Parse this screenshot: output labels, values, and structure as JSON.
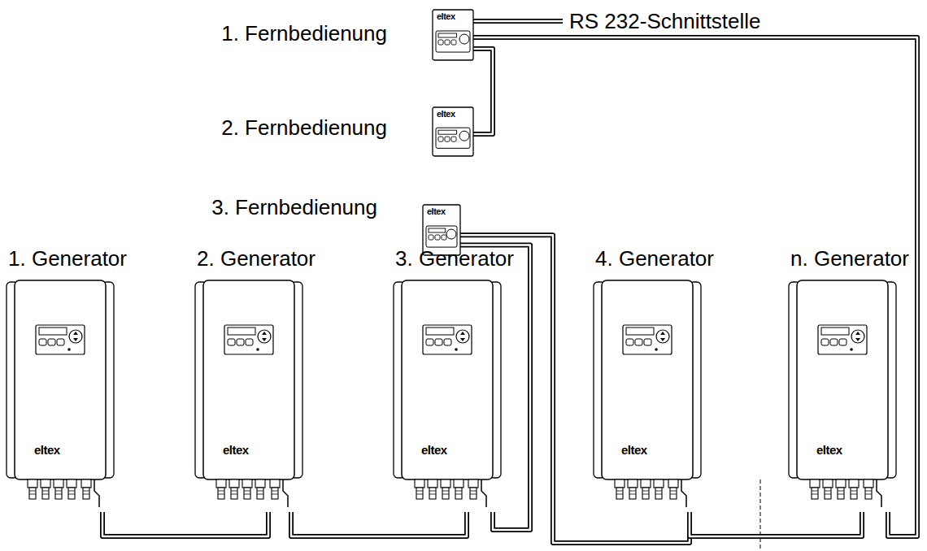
{
  "diagram": {
    "nodes": [
      {
        "text": [
          "1. Fernbedienung",
          "eltex"
        ]
      },
      {
        "text": [
          "2. Fernbedienung",
          "eltex"
        ]
      },
      {
        "text": [
          "3. Fernbedienung",
          "eltex"
        ]
      },
      {
        "text": [
          "1. Generator",
          "eltex"
        ]
      },
      {
        "text": [
          "2. Generator",
          "eltex"
        ]
      },
      {
        "text": [
          "3. Generator",
          "eltex"
        ]
      },
      {
        "text": [
          "4. Generator",
          "eltex"
        ]
      },
      {
        "text": [
          "n. Generator",
          "eltex"
        ]
      }
    ],
    "edges": [
      {
        "from": 3,
        "to": 4,
        "arrow": "none"
      },
      {
        "from": 4,
        "to": 5,
        "arrow": "none"
      },
      {
        "from": 5,
        "to": 2,
        "arrow": "none"
      },
      {
        "from": 2,
        "to": 6,
        "arrow": "none"
      },
      {
        "from": 6,
        "to": 7,
        "arrow": "none"
      },
      {
        "from": 7,
        "to": 0,
        "arrow": "none"
      },
      {
        "from": 0,
        "to": 1,
        "arrow": "none"
      }
    ],
    "labels": [
      "RS 232-Schnittstelle"
    ]
  }
}
